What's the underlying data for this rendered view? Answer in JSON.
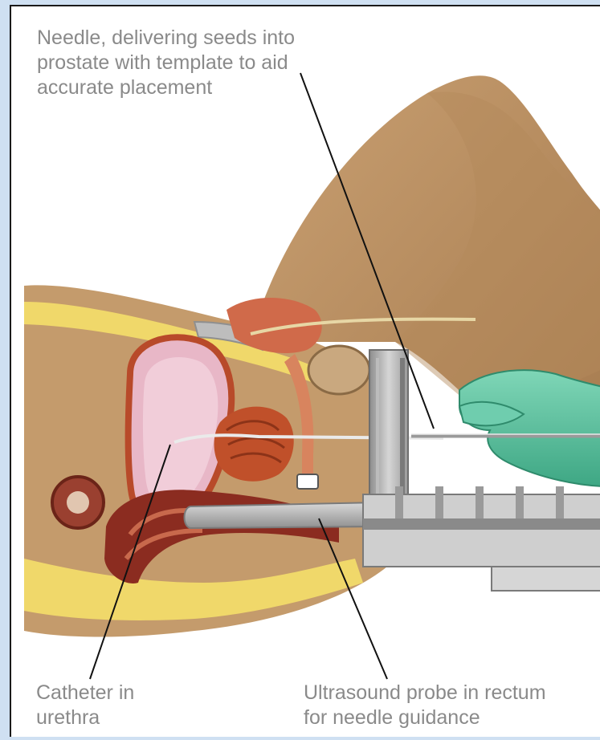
{
  "diagram": {
    "labels": {
      "needle": "Needle, delivering seeds into\nprostate with template to aid\naccurate placement",
      "catheter": "Catheter in\nurethra",
      "ultrasound": "Ultrasound probe in rectum\nfor needle guidance"
    },
    "colors": {
      "skin": "#c39a6b",
      "skin_shadow": "#a67c50",
      "fat": "#f0d86a",
      "bladder": "#e8b7c7",
      "muscle": "#b84a2a",
      "glove": "#5fc3a2",
      "metal": "#a9a9a9",
      "label_text": "#8a8a8a"
    }
  }
}
